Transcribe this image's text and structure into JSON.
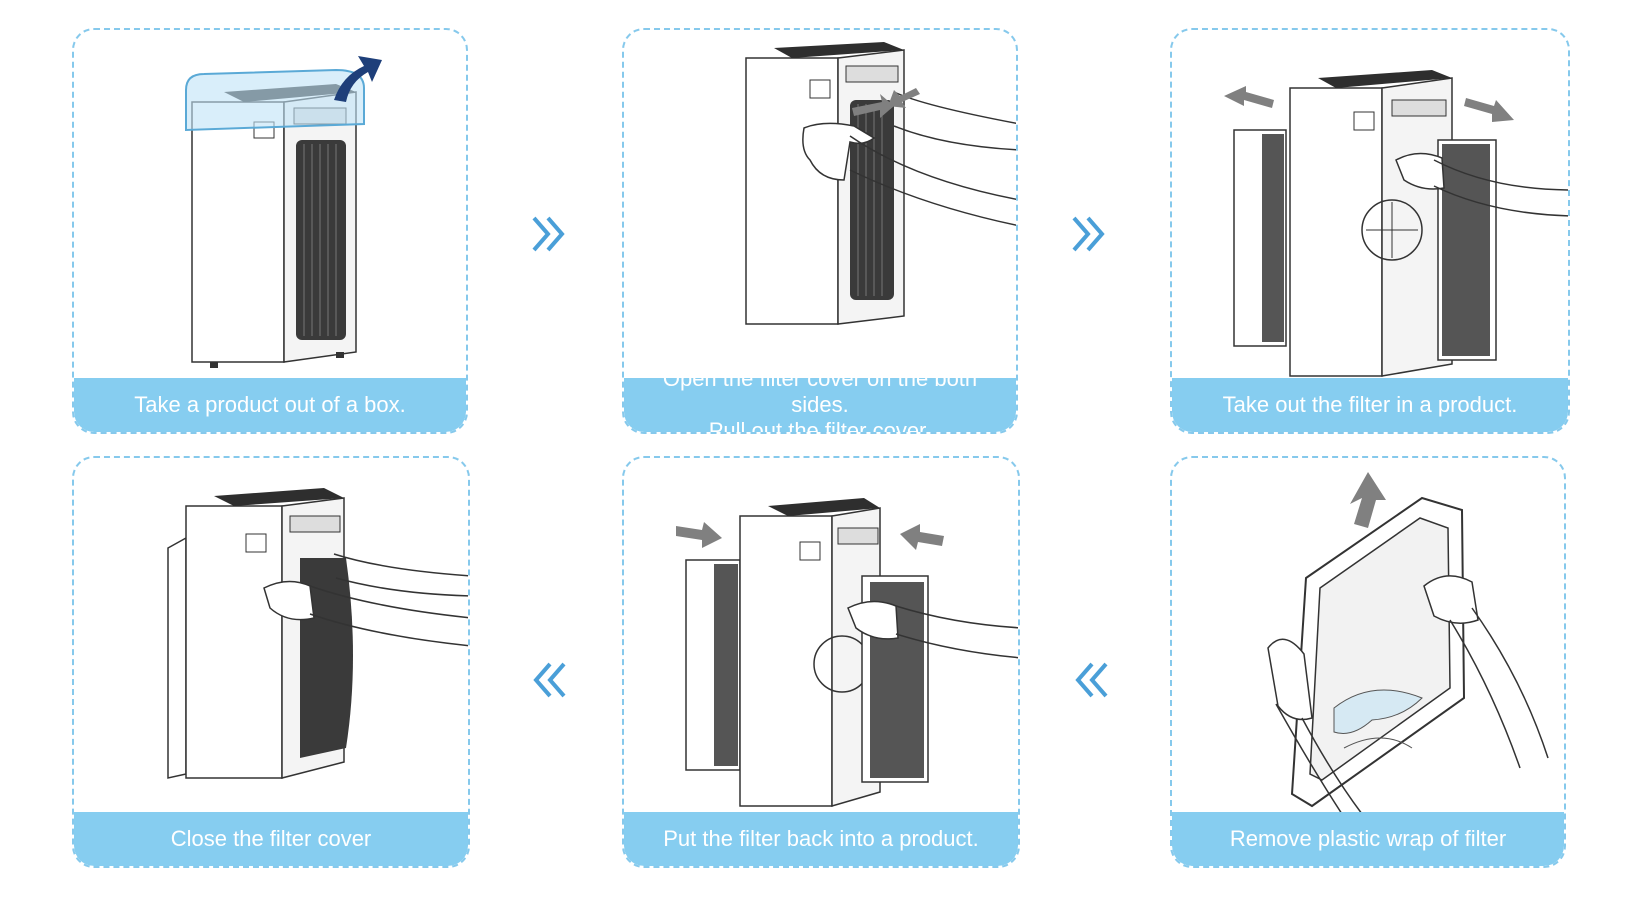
{
  "steps": [
    {
      "id": 1,
      "caption": "Take a product out of a box."
    },
    {
      "id": 2,
      "caption_lines": [
        "Open the filter cover  on the both sides.",
        "Pull out the filter cover."
      ]
    },
    {
      "id": 3,
      "caption": "Take out the filter in a product."
    },
    {
      "id": 4,
      "caption": "Remove plastic wrap of filter"
    },
    {
      "id": 5,
      "caption": "Put the filter back into a product."
    },
    {
      "id": 6,
      "caption": "Close the filter cover"
    }
  ],
  "icons": {
    "flow_forward": "chevron-double-right-icon",
    "flow_back": "chevron-double-left-icon",
    "motion": "arrow-icon"
  },
  "colors": {
    "border": "#86c9ec",
    "caption_bg": "#86cdf0",
    "caption_text": "#ffffff",
    "chevron": "#4a9fd8",
    "arrow_dark": "#1e3f7a",
    "arrow_gray": "#808080"
  }
}
